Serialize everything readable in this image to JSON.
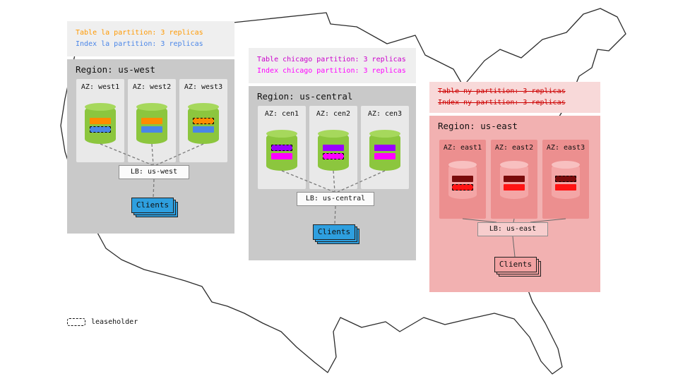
{
  "legend": {
    "label": "leaseholder"
  },
  "map": {
    "stroke_color": "#2b2b2b"
  },
  "regions": [
    {
      "id": "us-west",
      "title": "Region: us-west",
      "caption_lines": [
        {
          "text": "Table la partition: 3 replicas",
          "color": "#ff9900",
          "strike": false
        },
        {
          "text": "Index la partition: 3 replicas",
          "color": "#4a86e8",
          "strike": false
        }
      ],
      "colors": {
        "caption_bg": "#efefef",
        "region_bg": "#c9c9c9",
        "az_bg": "#e9e9e9",
        "cyl_body": "#8cc63e",
        "cyl_top": "#a6d85c",
        "lb_bg": "#fbfbfb",
        "clients_bg": "#2e9fdf"
      },
      "azs": [
        {
          "label": "AZ: west1",
          "bars": [
            {
              "kind": "table-replica",
              "color": "#ff8c00",
              "leaseholder": false
            },
            {
              "kind": "index-replica",
              "color": "#4a86e8",
              "leaseholder": true
            }
          ]
        },
        {
          "label": "AZ: west2",
          "bars": [
            {
              "kind": "table-replica",
              "color": "#ff8c00",
              "leaseholder": false
            },
            {
              "kind": "index-replica",
              "color": "#4a86e8",
              "leaseholder": false
            }
          ]
        },
        {
          "label": "AZ: west3",
          "bars": [
            {
              "kind": "table-replica",
              "color": "#ff8c00",
              "leaseholder": true
            },
            {
              "kind": "index-replica",
              "color": "#4a86e8",
              "leaseholder": false
            }
          ]
        }
      ],
      "lb_label": "LB: us-west",
      "clients_label": "Clients"
    },
    {
      "id": "us-central",
      "title": "Region: us-central",
      "caption_lines": [
        {
          "text": "Table chicago partition: 3 replicas",
          "color": "#cc00cc",
          "strike": false
        },
        {
          "text": "Index chicago partition: 3 replicas",
          "color": "#ff00ff",
          "strike": false
        }
      ],
      "colors": {
        "caption_bg": "#efefef",
        "region_bg": "#c9c9c9",
        "az_bg": "#e9e9e9",
        "cyl_body": "#8cc63e",
        "cyl_top": "#a6d85c",
        "lb_bg": "#fbfbfb",
        "clients_bg": "#2e9fdf"
      },
      "azs": [
        {
          "label": "AZ: cen1",
          "bars": [
            {
              "kind": "table-replica",
              "color": "#9900ff",
              "leaseholder": true
            },
            {
              "kind": "index-replica",
              "color": "#ff00ff",
              "leaseholder": false
            }
          ]
        },
        {
          "label": "AZ: cen2",
          "bars": [
            {
              "kind": "table-replica",
              "color": "#9900ff",
              "leaseholder": false
            },
            {
              "kind": "index-replica",
              "color": "#ff00ff",
              "leaseholder": true
            }
          ]
        },
        {
          "label": "AZ: cen3",
          "bars": [
            {
              "kind": "table-replica",
              "color": "#9900ff",
              "leaseholder": false
            },
            {
              "kind": "index-replica",
              "color": "#ff00ff",
              "leaseholder": false
            }
          ]
        }
      ],
      "lb_label": "LB: us-central",
      "clients_label": "Clients"
    },
    {
      "id": "us-east",
      "title": "Region: us-east",
      "caption_lines": [
        {
          "text": "Table ny partition: 3 replicas",
          "color": "#cc0000",
          "strike": true
        },
        {
          "text": "Index ny partition: 3 replicas",
          "color": "#cc0000",
          "strike": true
        }
      ],
      "colors": {
        "caption_bg": "#f8d9d9",
        "region_bg": "#f2b1b1",
        "az_bg": "#ec8f8f",
        "cyl_body": "#f4a6a6",
        "cyl_top": "#f8c0c0",
        "lb_bg": "#f7cdcd",
        "clients_bg": "#f2a2a2"
      },
      "azs": [
        {
          "label": "AZ: east1",
          "bars": [
            {
              "kind": "table-replica",
              "color": "#7a0b0b",
              "leaseholder": false
            },
            {
              "kind": "index-replica",
              "color": "#ff1414",
              "leaseholder": true
            }
          ]
        },
        {
          "label": "AZ: east2",
          "bars": [
            {
              "kind": "table-replica",
              "color": "#7a0b0b",
              "leaseholder": false
            },
            {
              "kind": "index-replica",
              "color": "#ff1414",
              "leaseholder": false
            }
          ]
        },
        {
          "label": "AZ: east3",
          "bars": [
            {
              "kind": "table-replica",
              "color": "#7a0b0b",
              "leaseholder": true
            },
            {
              "kind": "index-replica",
              "color": "#ff1414",
              "leaseholder": false
            }
          ]
        }
      ],
      "lb_label": "LB: us-east",
      "clients_label": "Clients"
    }
  ]
}
